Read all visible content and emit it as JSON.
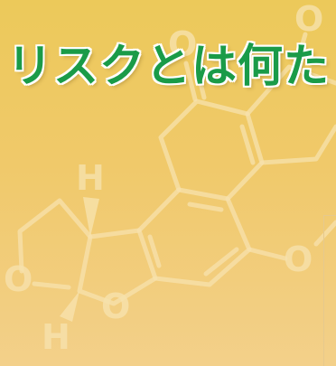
{
  "banner": {
    "title": "リスクとは何た",
    "colors": {
      "background_top": "#ecc95a",
      "background_bottom": "#f3d08a",
      "title_text": "#1a9b48",
      "title_outline": "#ffffff",
      "molecule": "#f7e2ad"
    },
    "molecule_atoms": {
      "oxygen_top_left": "O",
      "oxygen_top_right": "O",
      "hydrogen_upper": "H",
      "oxygen_left": "O",
      "oxygen_middle": "O",
      "hydrogen_lower": "H",
      "oxygen_right": "O"
    }
  }
}
